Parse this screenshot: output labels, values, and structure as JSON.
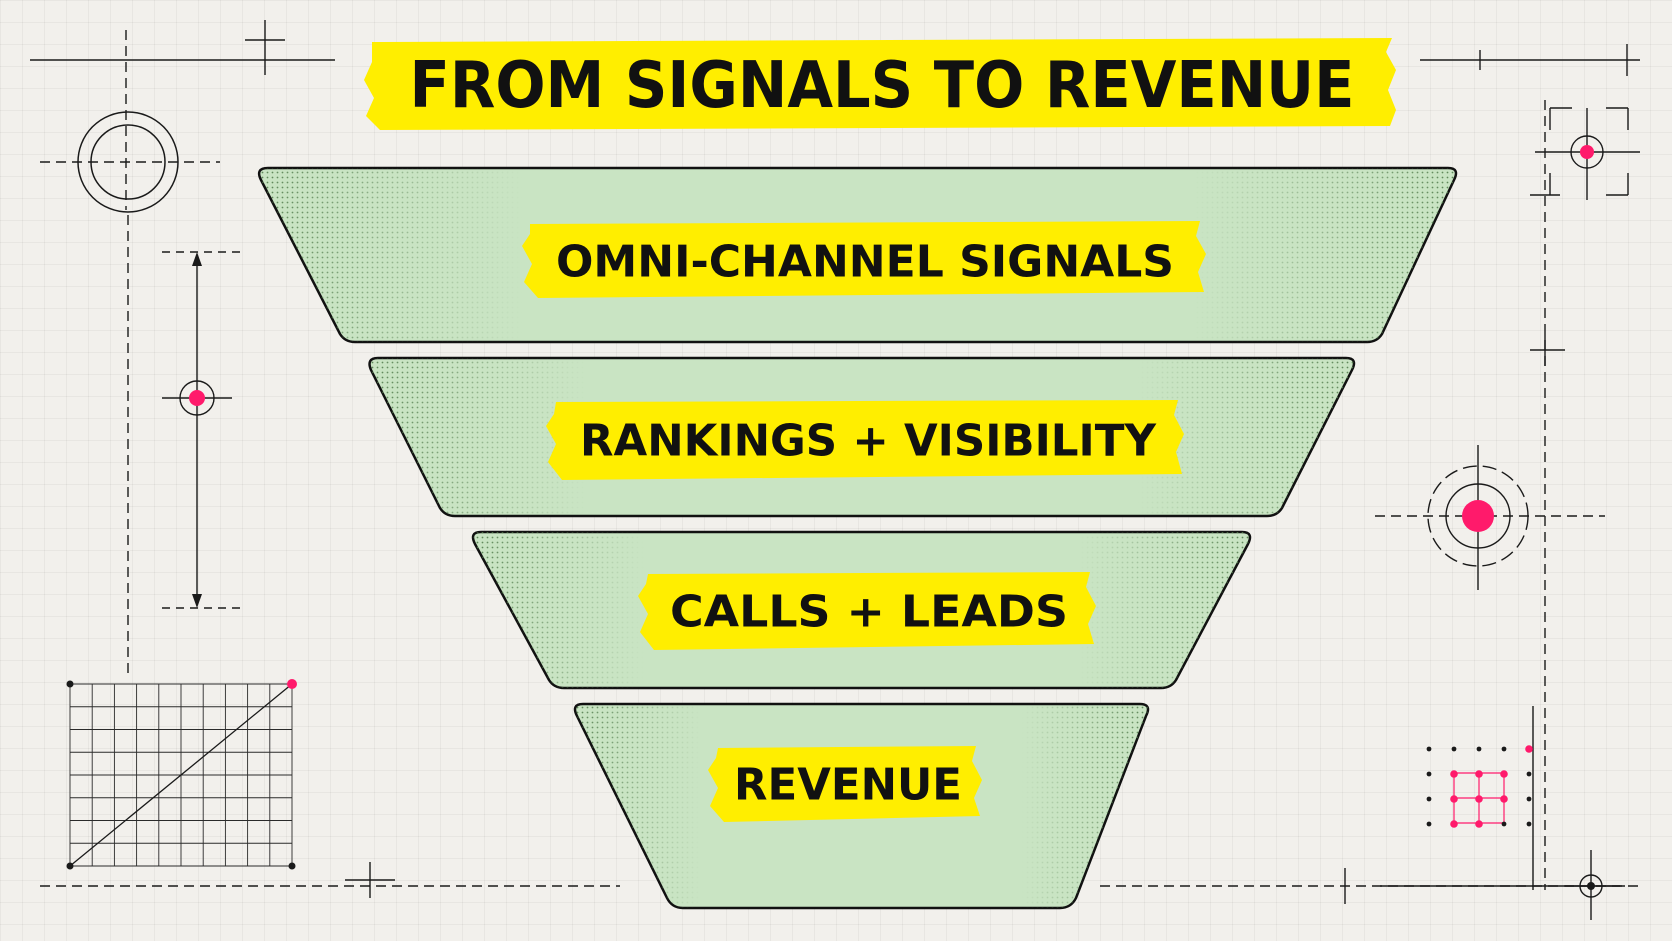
{
  "title": "FROM SIGNALS TO REVENUE",
  "stages": [
    {
      "label": "OMNI-CHANNEL SIGNALS"
    },
    {
      "label": "RANKINGS + VISIBILITY"
    },
    {
      "label": "CALLS + LEADS"
    },
    {
      "label": "REVENUE"
    }
  ],
  "colors": {
    "background": "#f2f0ec",
    "highlight": "#ffee00",
    "funnel_fill": "#c9e4c3",
    "funnel_dots": "#4f7a4a",
    "accent": "#ff1a6b",
    "ink": "#111111"
  }
}
